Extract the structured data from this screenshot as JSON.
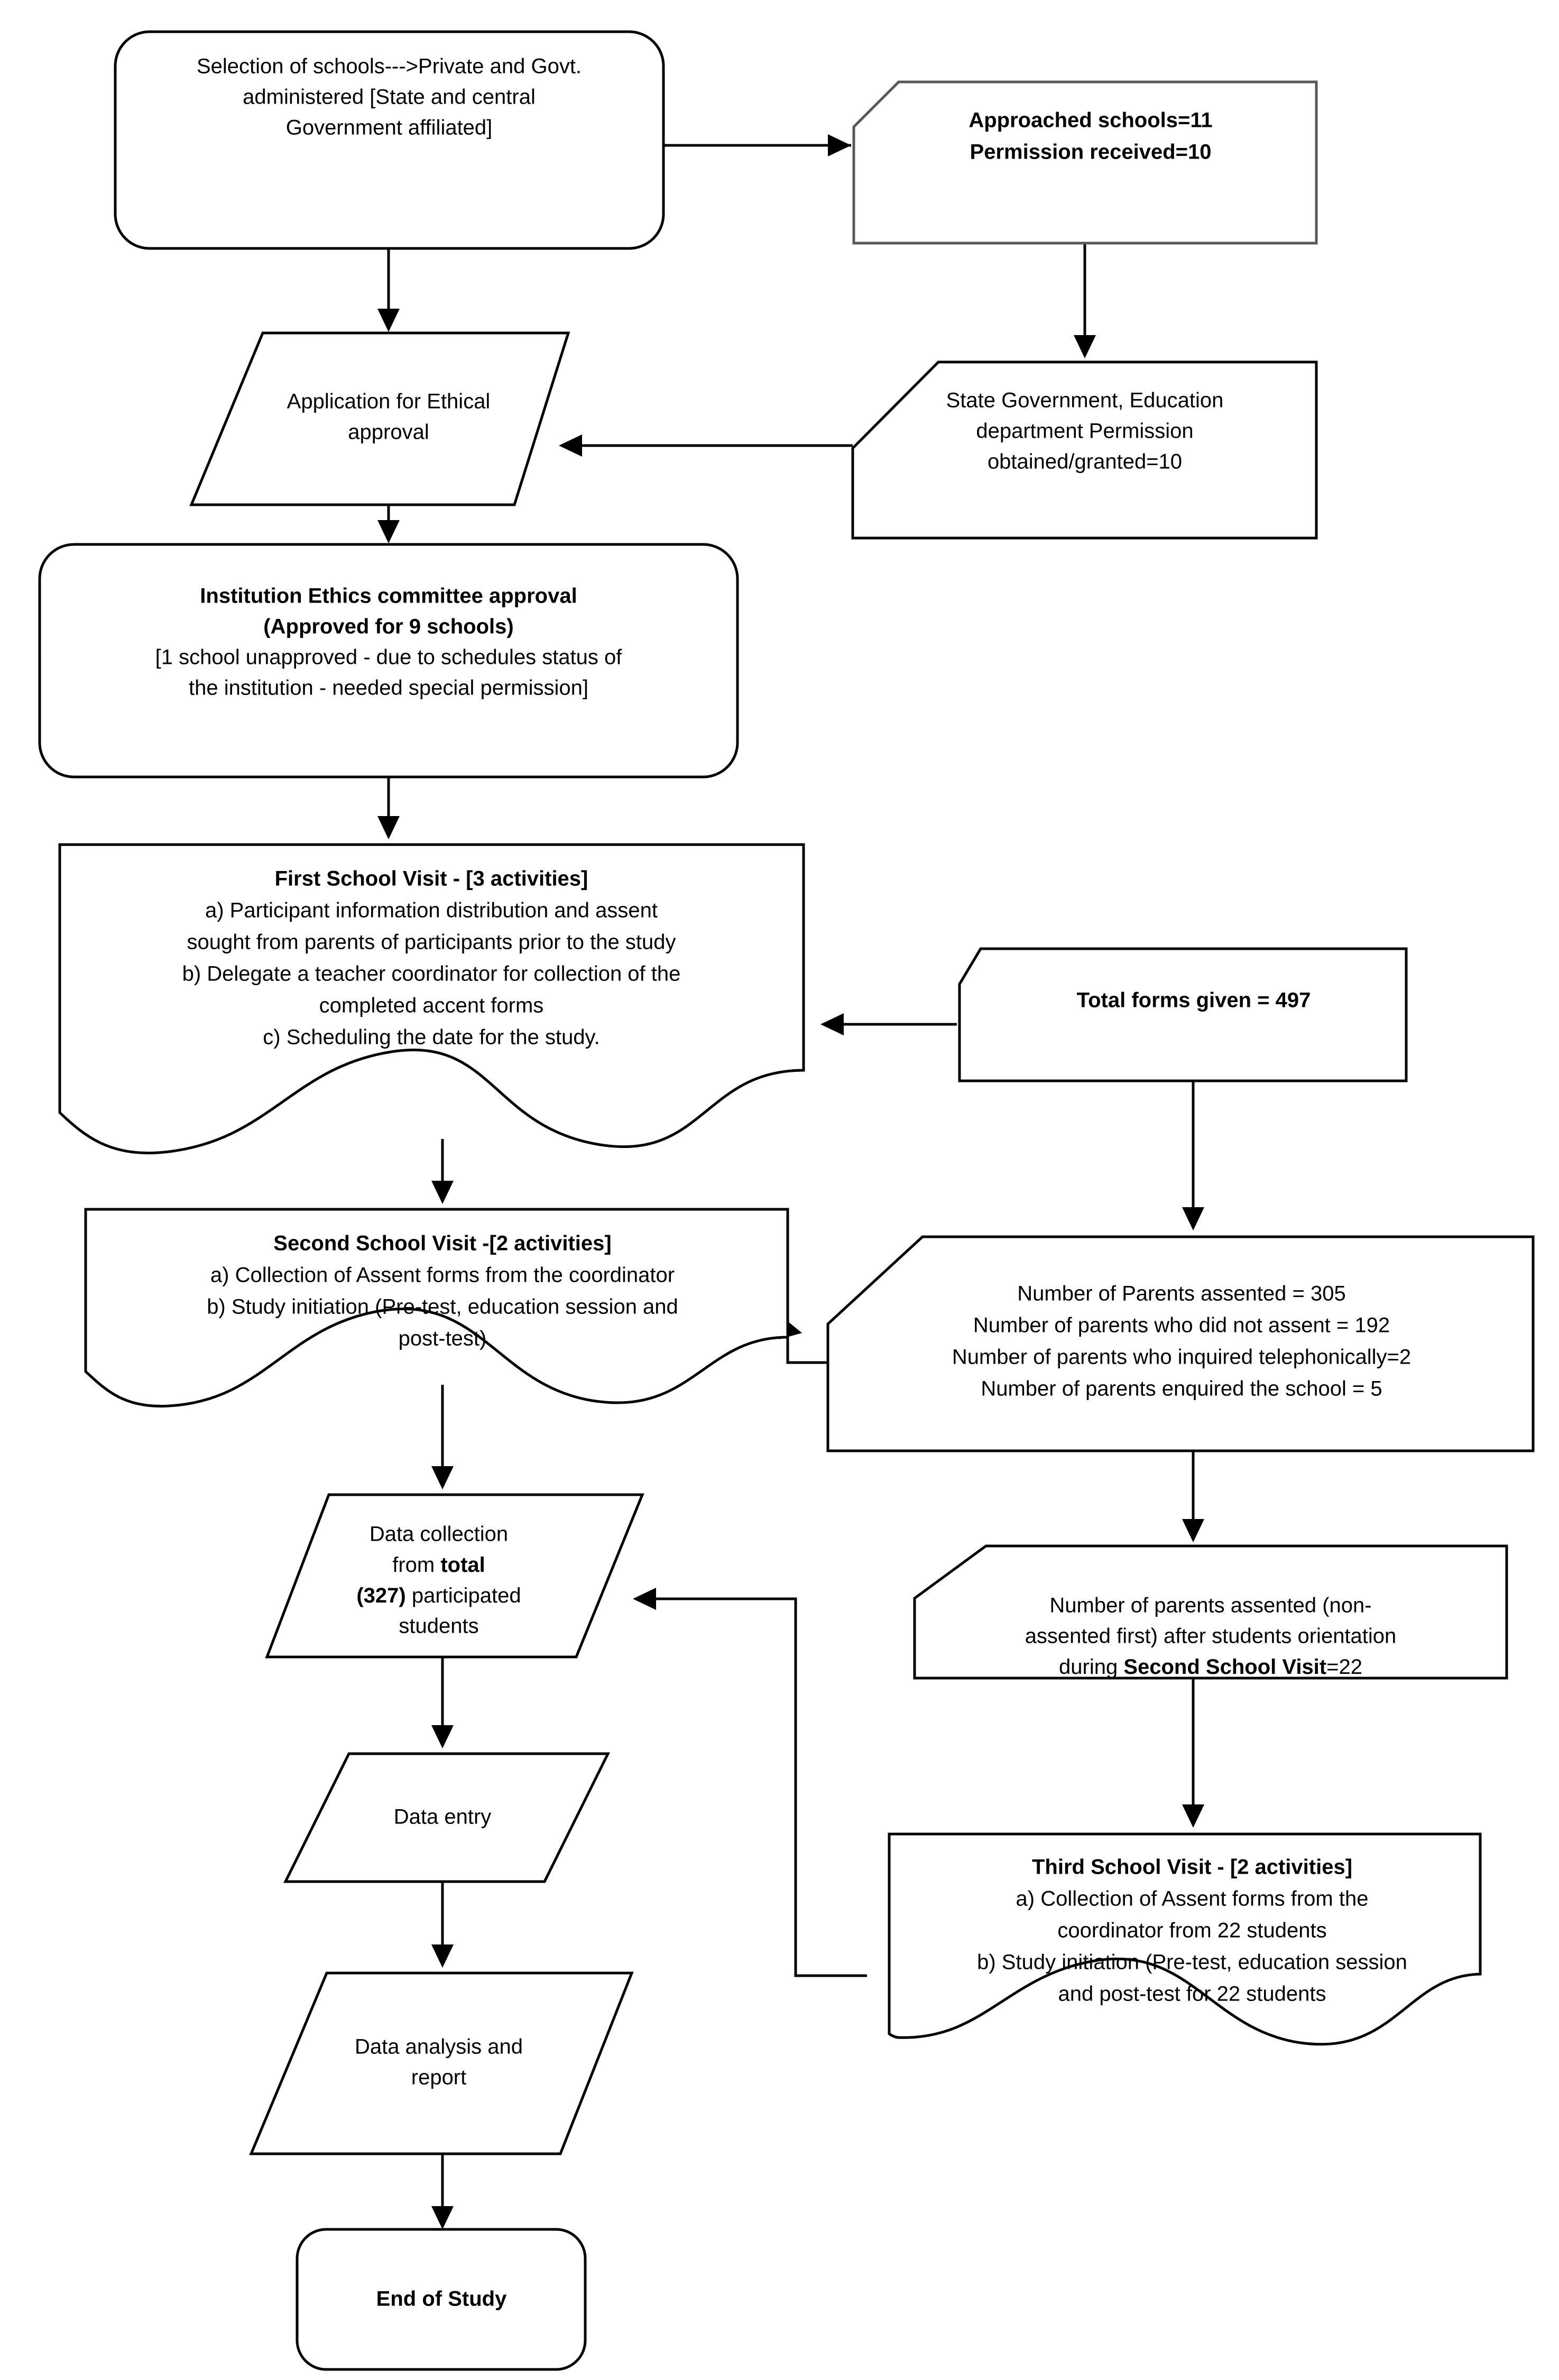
{
  "diagram": {
    "title": "Study recruitment and data collection flowchart",
    "colors": {
      "stroke": "#000000",
      "shadow_stroke": "#595959",
      "fill": "#ffffff",
      "text": "#000000"
    }
  },
  "nodes": {
    "selection_of_schools": {
      "shape": "rounded-rectangle",
      "lines": [
        "Selection of schools--->Private and Govt.",
        "administered [State and central",
        "Government affiliated]"
      ]
    },
    "approached_schools": {
      "shape": "cut-corner-rectangle",
      "bold": true,
      "lines": [
        "Approached schools=11",
        "Permission received=10"
      ]
    },
    "application_ethical_approval": {
      "shape": "parallelogram",
      "lines": [
        "Application for Ethical",
        "approval"
      ]
    },
    "state_government_permission": {
      "shape": "cut-corner-rectangle",
      "lines": [
        "State Government, Education",
        "department Permission",
        "obtained/granted=10"
      ]
    },
    "institution_ethics_approval": {
      "shape": "rounded-rectangle",
      "lines": [
        {
          "text": "Institution Ethics committee approval",
          "bold": true
        },
        {
          "text": "(Approved for 9 schools)",
          "bold": true
        },
        {
          "text": "[1 school unapproved - due to schedules status of",
          "bold": false
        },
        {
          "text": "the institution - needed special permission]",
          "bold": false
        }
      ]
    },
    "first_school_visit": {
      "shape": "document-wavy",
      "lines": [
        {
          "text": "First School Visit - [3 activities]",
          "bold": true
        },
        {
          "text": "a) Participant information distribution and assent",
          "bold": false
        },
        {
          "text": "sought from parents of participants prior to the study",
          "bold": false
        },
        {
          "text": "b) Delegate a teacher coordinator for collection of the",
          "bold": false
        },
        {
          "text": "completed accent forms",
          "bold": false
        },
        {
          "text": "c) Scheduling the date for the study.",
          "bold": false
        }
      ]
    },
    "total_forms_given": {
      "shape": "cut-corner-rectangle",
      "bold": true,
      "lines": [
        "Total forms given = 497"
      ]
    },
    "second_school_visit": {
      "shape": "document-wavy",
      "lines": [
        {
          "text": "Second School Visit -[2 activities]",
          "bold": true
        },
        {
          "text": "a) Collection of Assent forms from the coordinator",
          "bold": false
        },
        {
          "text": "b) Study initiation (Pre-test, education session and",
          "bold": false
        },
        {
          "text": "post-test)",
          "bold": false
        }
      ]
    },
    "parents_assent_summary": {
      "shape": "cut-corner-rectangle",
      "lines": [
        "Number of Parents assented = 305",
        "Number of parents who did not assent = 192",
        "Number of parents who inquired telephonically=2",
        "Number of parents enquired the school = 5"
      ]
    },
    "data_collection": {
      "shape": "parallelogram",
      "lines": [
        {
          "text": "Data collection",
          "bold": false
        },
        {
          "text": "from ",
          "bold": false,
          "tail": "total",
          "tail_bold": true
        },
        {
          "text": "(327)",
          "bold": true,
          "tail": " participated",
          "tail_bold": false
        },
        {
          "text": "students",
          "bold": false
        }
      ]
    },
    "parents_assented_after_orientation": {
      "shape": "cut-corner-rectangle",
      "lines": [
        {
          "text": "Number of parents assented (non-",
          "bold": false
        },
        {
          "text": "assented first) after students orientation",
          "bold": false
        },
        {
          "text": "during ",
          "bold": false,
          "tail": "Second School Visit",
          "tail_bold": true,
          "tail2": "=22",
          "tail2_bold": false
        }
      ]
    },
    "data_entry": {
      "shape": "parallelogram",
      "lines": [
        "Data entry"
      ]
    },
    "third_school_visit": {
      "shape": "document-wavy",
      "lines": [
        {
          "text": "Third School Visit - [2 activities]",
          "bold": true
        },
        {
          "text": "a) Collection of Assent forms from the",
          "bold": false
        },
        {
          "text": "coordinator from 22 students",
          "bold": false
        },
        {
          "text": "b) Study initiation (Pre-test, education session",
          "bold": false
        },
        {
          "text": "and post-test for 22 students",
          "bold": false
        }
      ]
    },
    "data_analysis_report": {
      "shape": "parallelogram",
      "lines": [
        "Data analysis and",
        "report"
      ]
    },
    "end_of_study": {
      "shape": "rounded-rectangle",
      "bold": true,
      "lines": [
        "End of Study"
      ]
    }
  },
  "edges": [
    {
      "from": "selection_of_schools",
      "to": "approached_schools"
    },
    {
      "from": "selection_of_schools",
      "to": "application_ethical_approval"
    },
    {
      "from": "approached_schools",
      "to": "state_government_permission"
    },
    {
      "from": "state_government_permission",
      "to": "application_ethical_approval"
    },
    {
      "from": "application_ethical_approval",
      "to": "institution_ethics_approval"
    },
    {
      "from": "institution_ethics_approval",
      "to": "first_school_visit"
    },
    {
      "from": "total_forms_given",
      "to": "first_school_visit"
    },
    {
      "from": "first_school_visit",
      "to": "second_school_visit"
    },
    {
      "from": "total_forms_given",
      "to": "parents_assent_summary"
    },
    {
      "from": "parents_assent_summary",
      "to": "second_school_visit"
    },
    {
      "from": "second_school_visit",
      "to": "data_collection"
    },
    {
      "from": "parents_assent_summary",
      "to": "parents_assented_after_orientation"
    },
    {
      "from": "parents_assented_after_orientation",
      "to": "third_school_visit"
    },
    {
      "from": "third_school_visit",
      "to": "data_collection"
    },
    {
      "from": "data_collection",
      "to": "data_entry"
    },
    {
      "from": "data_entry",
      "to": "data_analysis_report"
    },
    {
      "from": "data_analysis_report",
      "to": "end_of_study"
    }
  ]
}
